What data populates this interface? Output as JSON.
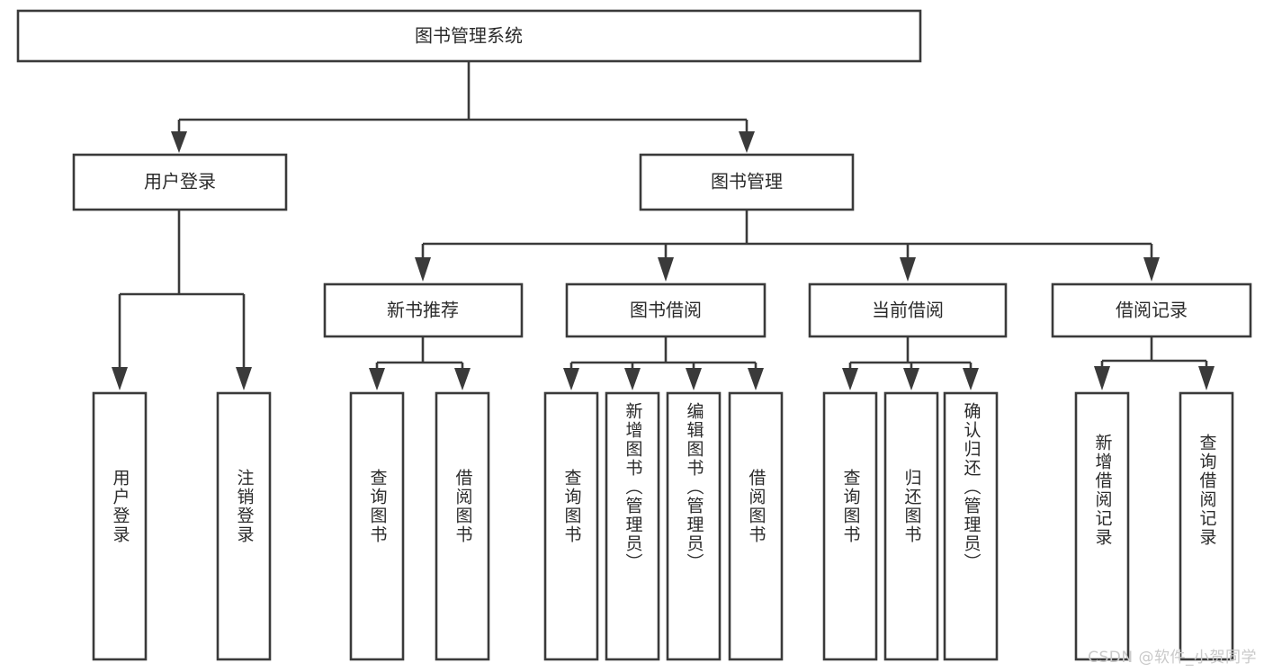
{
  "diagram": {
    "type": "tree-hierarchy",
    "title": "图书管理系统",
    "watermark": "CSDN @软件_小贺同学",
    "colors": {
      "stroke": "#3a3a3a",
      "box_fill": "#ffffff",
      "text": "#2b2b2b",
      "background": "#ffffff",
      "watermark": "#c9c9c9"
    },
    "root": {
      "label": "图书管理系统"
    },
    "level2": [
      {
        "label": "用户登录"
      },
      {
        "label": "图书管理"
      }
    ],
    "level3": [
      {
        "label": "新书推荐"
      },
      {
        "label": "图书借阅"
      },
      {
        "label": "当前借阅"
      },
      {
        "label": "借阅记录"
      }
    ],
    "leaves": {
      "user_login": [
        {
          "label": "用户登录"
        },
        {
          "label": "注销登录"
        }
      ],
      "new_book_recommend": [
        {
          "label": "查询图书"
        },
        {
          "label": "借阅图书"
        }
      ],
      "book_borrow": [
        {
          "label": "查询图书"
        },
        {
          "label": "新增图书（管理员）"
        },
        {
          "label": "编辑图书（管理员）"
        },
        {
          "label": "借阅图书"
        }
      ],
      "current_borrow": [
        {
          "label": "查询图书"
        },
        {
          "label": "归还图书"
        },
        {
          "label": "确认归还（管理员）"
        }
      ],
      "borrow_record": [
        {
          "label": "新增借阅记录"
        },
        {
          "label": "查询借阅记录"
        }
      ]
    }
  }
}
